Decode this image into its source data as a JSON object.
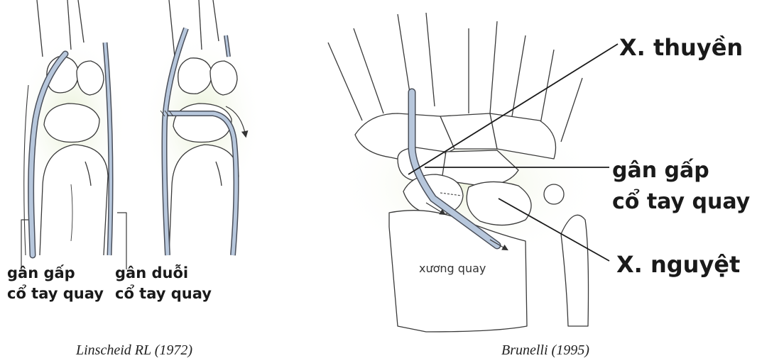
{
  "left_figure": {
    "flexor_label": [
      "gân gấp",
      "cổ tay quay"
    ],
    "extensor_label": [
      "gân duỗi",
      "cổ tay quay"
    ],
    "caption": "Linscheid RL (1972)"
  },
  "right_figure": {
    "scaphoid_label": "X. thuyền",
    "tendon_label": [
      "gân gấp",
      "cổ tay quay"
    ],
    "lunate_label": "X. nguyệt",
    "radius_label": "xương quay",
    "caption": "Brunelli (1995)"
  },
  "colors": {
    "bone_outline": "#3a3a3a",
    "tendon_fill": "#b7c7dc",
    "tendon_outline": "#4a4f5a",
    "glow": "#eef3df"
  }
}
